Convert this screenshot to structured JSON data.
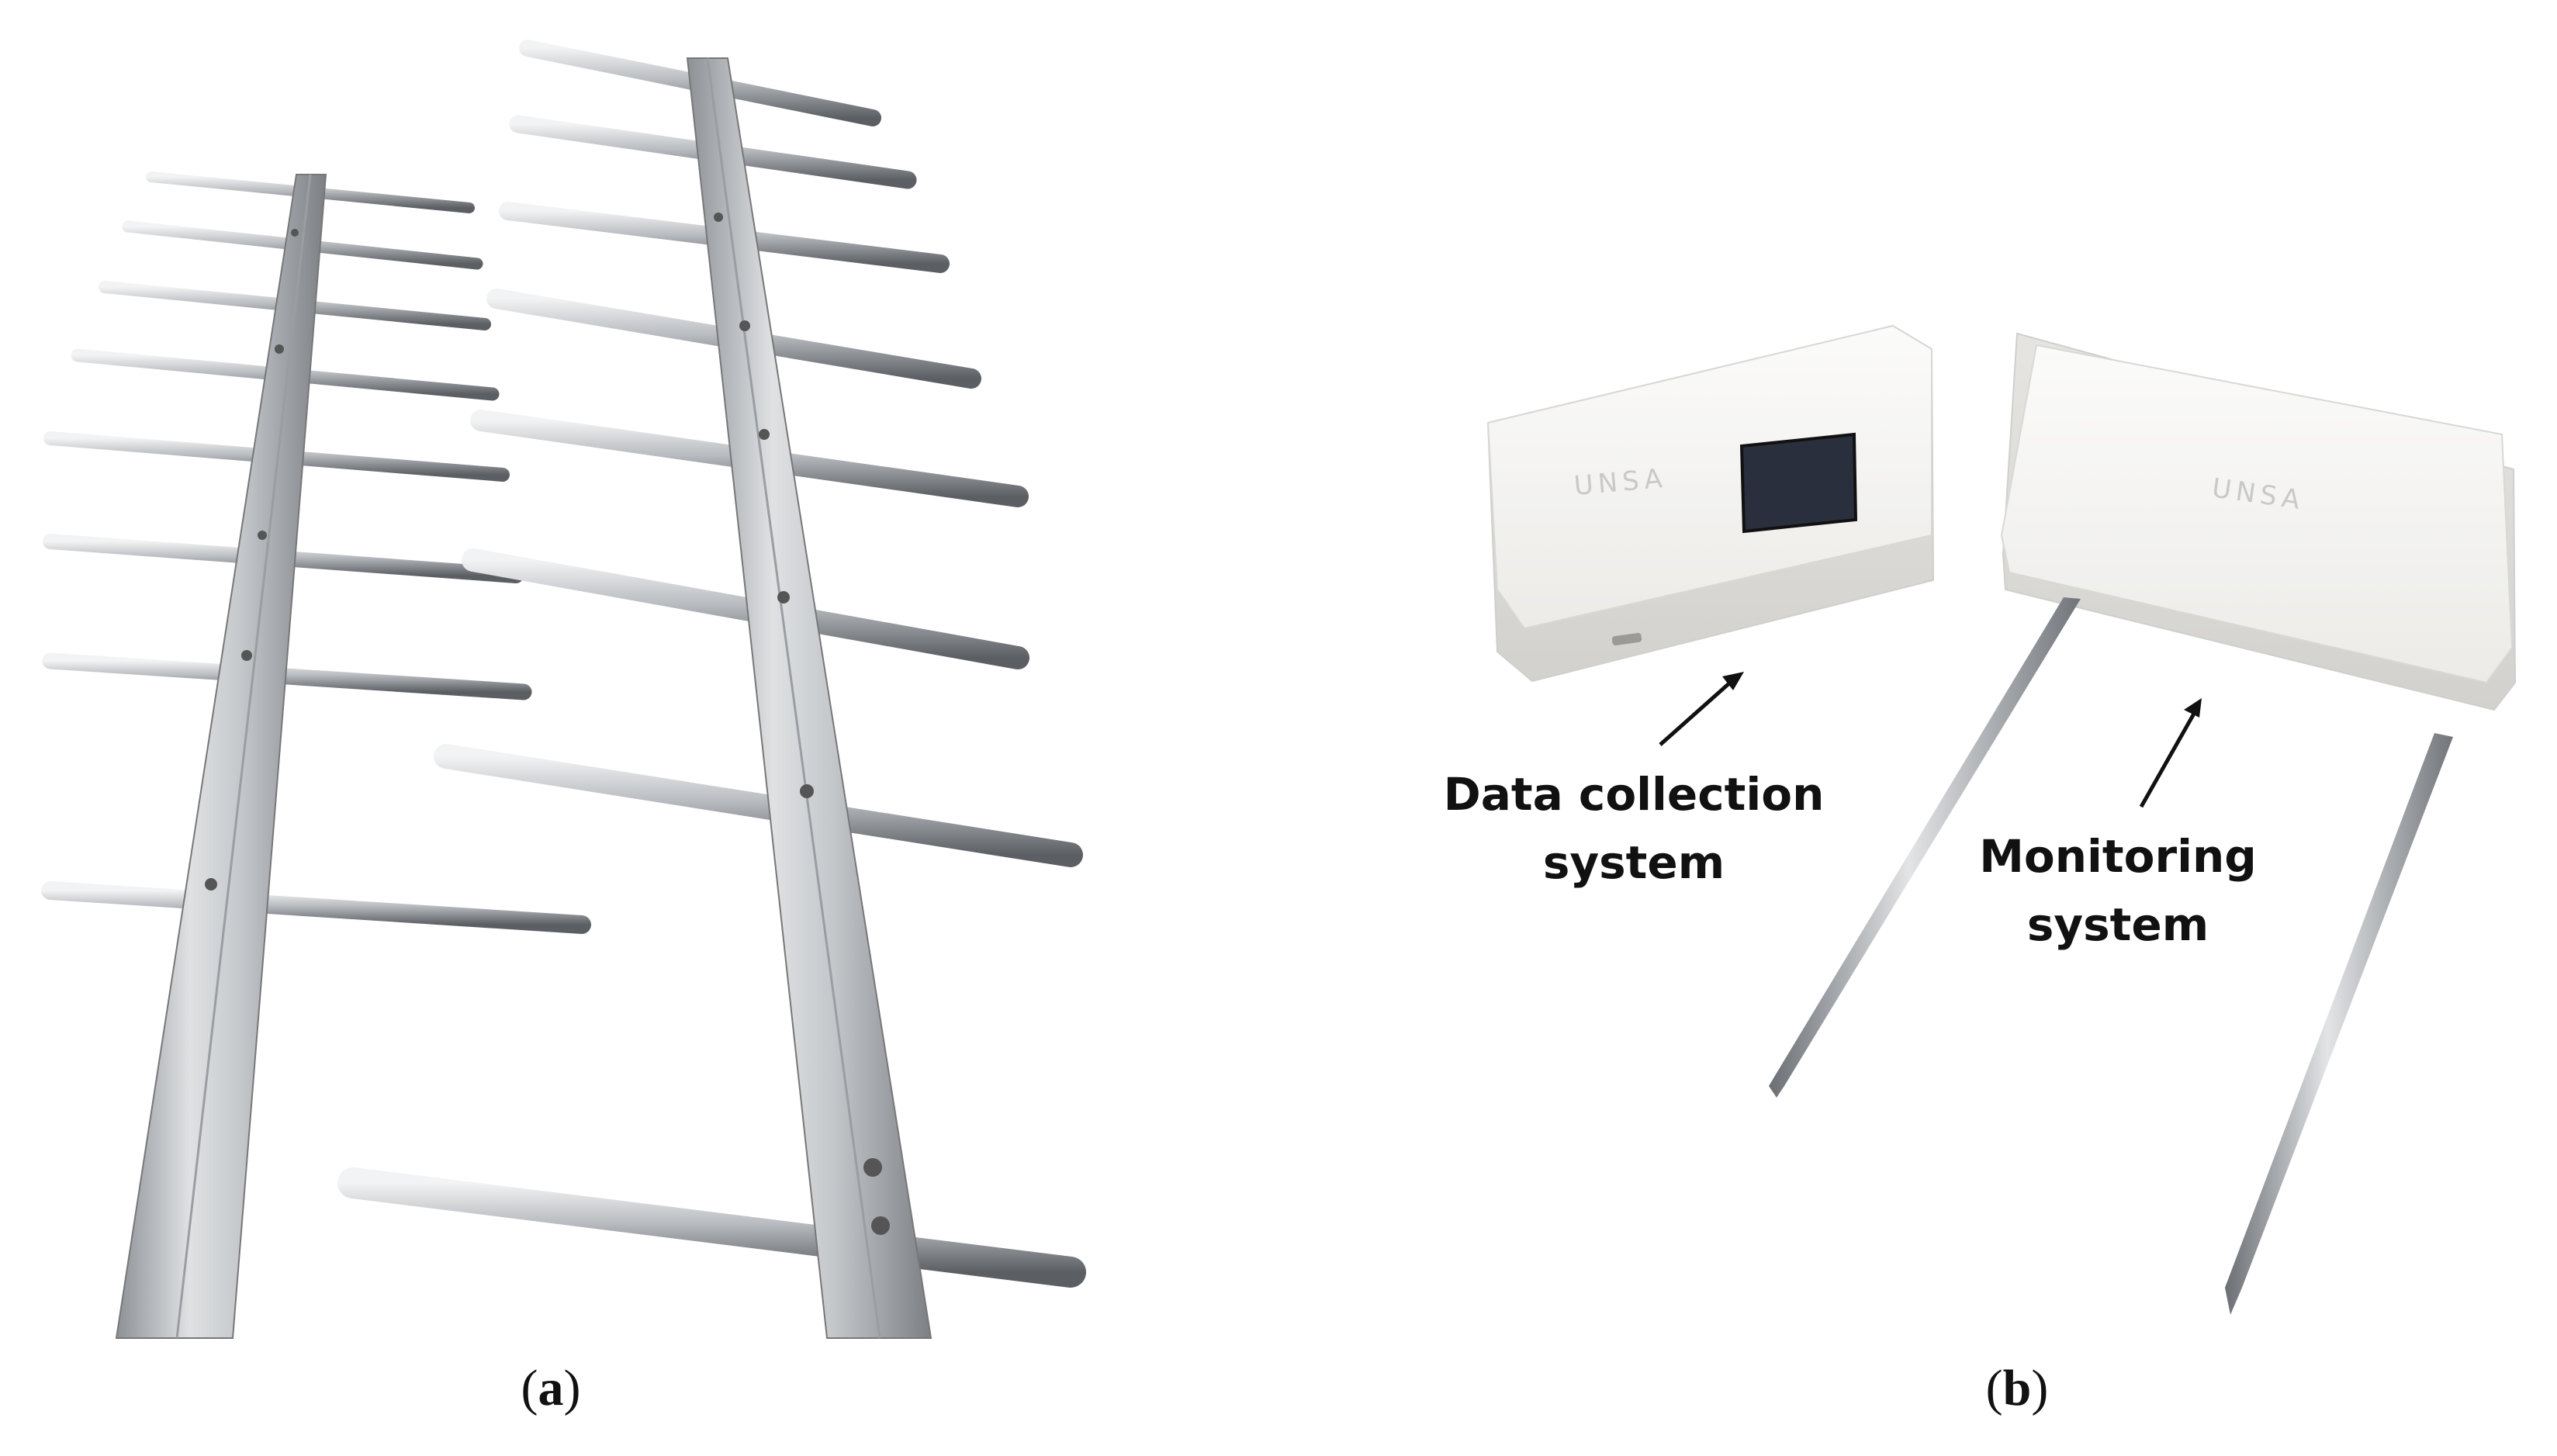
{
  "figure": {
    "panels": [
      {
        "label": "(a)",
        "label_letter": "a"
      },
      {
        "label": "(b)",
        "label_letter": "b"
      }
    ]
  },
  "annotations": {
    "data_collection": {
      "line1": "Data collection",
      "line2": "system"
    },
    "monitoring": {
      "line1": "Monitoring",
      "line2": "system"
    }
  },
  "device_logo": "UNSA",
  "colors": {
    "metal_light": "#e4e6e8",
    "metal_mid": "#a7abaf",
    "metal_dark": "#5f6368",
    "enclosure": "#f4f4f2",
    "screen": "#2a2f3d"
  }
}
